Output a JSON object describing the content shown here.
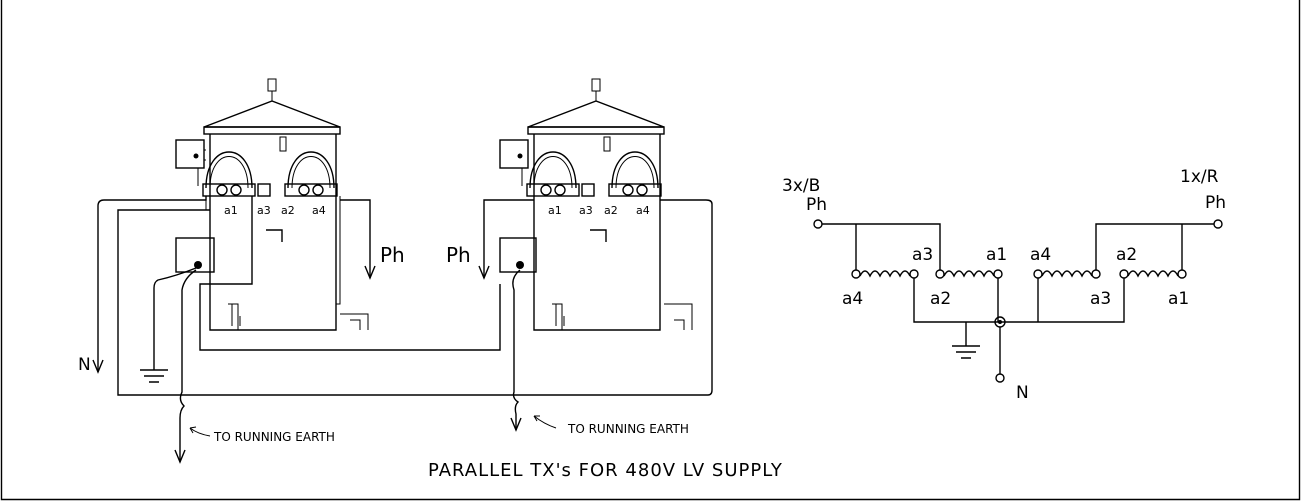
{
  "caption": "PARALLEL TX's FOR 480V LV SUPPLY",
  "left": {
    "labels": {
      "ph_left": "Ph",
      "ph_right": "Ph",
      "neutral": "N",
      "earth1": "TO RUNNING EARTH",
      "earth2": "TO RUNNING EARTH"
    },
    "tx1": {
      "terminals": [
        "a1",
        "a3",
        "a2",
        "a4"
      ]
    },
    "tx2": {
      "terminals": [
        "a1",
        "a3",
        "a2",
        "a4"
      ]
    }
  },
  "schematic": {
    "phase_left": "3x/B",
    "phase_left_sub": "Ph",
    "phase_right": "1x/R",
    "phase_right_sub": "Ph",
    "neutral": "N",
    "coil_labels": {
      "c1_bottom": "a4",
      "c1_top": "a3",
      "c2_bottom": "a2",
      "c2_top": "a1",
      "c3_top": "a4",
      "c3_bottom": "a3",
      "c4_top": "a2",
      "c4_bottom": "a1"
    }
  }
}
